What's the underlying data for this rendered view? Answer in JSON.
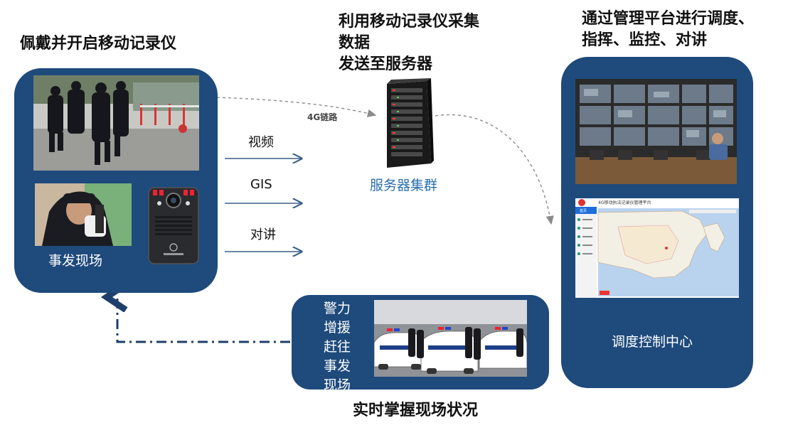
{
  "headings": {
    "wear": "佩戴并开启移动记录仪",
    "collect_line1": "利用移动记录仪采集",
    "collect_line2": "数据",
    "collect_line3": "发送至服务器",
    "platform_line1": "通过管理平台进行调度、",
    "platform_line2": "指挥、监控、对讲",
    "bottom": "实时掌握现场状况"
  },
  "left_panel": {
    "label": "事发现场"
  },
  "flows": {
    "video": "视频",
    "gis": "GIS",
    "intercom": "对讲"
  },
  "link_label": "4G链路",
  "server_label": "服务器集群",
  "right_panel": {
    "label": "调度控制中心",
    "platform_title": "4G移动执法记录仪管理平台",
    "nav_home": "首页"
  },
  "bottom_panel": {
    "chars": [
      "警力",
      "增援",
      "赶往",
      "事发",
      "现场"
    ]
  },
  "colors": {
    "panel": "#1e4a7c",
    "arrow": "#3a5f8a",
    "server_label": "#2a6fb0"
  }
}
